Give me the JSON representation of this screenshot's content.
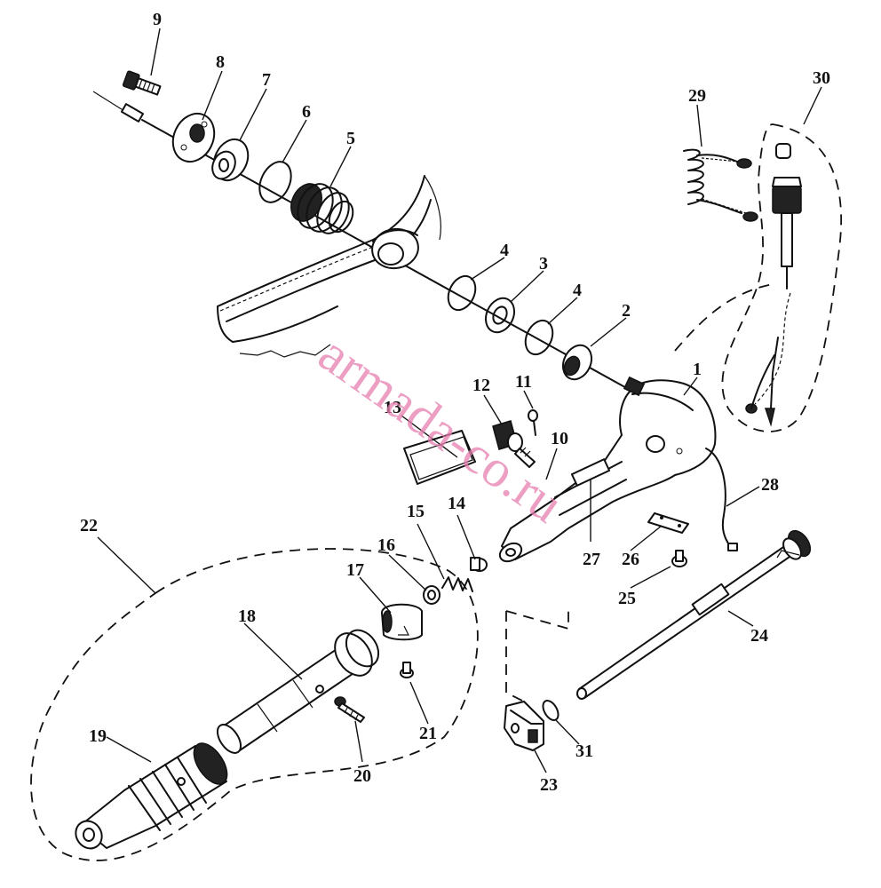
{
  "watermark": "armada-co.ru",
  "callouts": {
    "c1": "1",
    "c2": "2",
    "c3": "3",
    "c4a": "4",
    "c4b": "4",
    "c5": "5",
    "c6": "6",
    "c7": "7",
    "c8": "8",
    "c9": "9",
    "c10": "10",
    "c11": "11",
    "c12": "12",
    "c13": "13",
    "c14": "14",
    "c15": "15",
    "c16": "16",
    "c17": "17",
    "c18": "18",
    "c19": "19",
    "c20": "20",
    "c21": "21",
    "c22": "22",
    "c23": "23",
    "c24": "24",
    "c25": "25",
    "c26": "26",
    "c27": "27",
    "c28": "28",
    "c29": "29",
    "c30": "30",
    "c31": "31"
  },
  "colors": {
    "ink": "#111111",
    "watermark": "#e77fb0",
    "background": "#ffffff"
  }
}
